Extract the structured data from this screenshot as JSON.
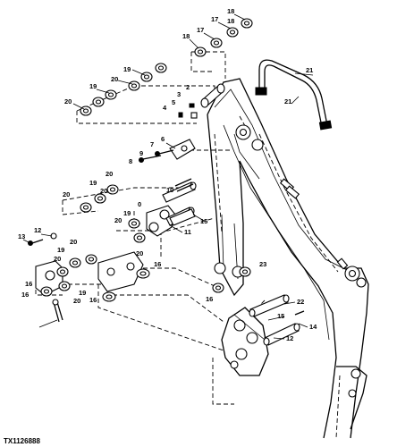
{
  "figure_id": "TX1126888",
  "callouts": [
    {
      "id": "c18a",
      "text": "18"
    },
    {
      "id": "c17a",
      "text": "17"
    },
    {
      "id": "c18b",
      "text": "18"
    },
    {
      "id": "c17b",
      "text": "17"
    },
    {
      "id": "c18c",
      "text": "18"
    },
    {
      "id": "c19a",
      "text": "19"
    },
    {
      "id": "c20a",
      "text": "20"
    },
    {
      "id": "c19b",
      "text": "19"
    },
    {
      "id": "c20b",
      "text": "20"
    },
    {
      "id": "c2",
      "text": "2"
    },
    {
      "id": "c3",
      "text": "3"
    },
    {
      "id": "c5",
      "text": "5"
    },
    {
      "id": "c4",
      "text": "4"
    },
    {
      "id": "c21a",
      "text": "21"
    },
    {
      "id": "c21b",
      "text": "21"
    },
    {
      "id": "c6",
      "text": "6"
    },
    {
      "id": "c7",
      "text": "7"
    },
    {
      "id": "c9",
      "text": "9"
    },
    {
      "id": "c8",
      "text": "8"
    },
    {
      "id": "c20c",
      "text": "20"
    },
    {
      "id": "c19c",
      "text": "19"
    },
    {
      "id": "c20d",
      "text": "20"
    },
    {
      "id": "c20e",
      "text": "20"
    },
    {
      "id": "c10",
      "text": "10"
    },
    {
      "id": "c0",
      "text": "0"
    },
    {
      "id": "c19d",
      "text": "19"
    },
    {
      "id": "c20f",
      "text": "20"
    },
    {
      "id": "c15a",
      "text": "15"
    },
    {
      "id": "c11",
      "text": "11"
    },
    {
      "id": "c12a",
      "text": "12"
    },
    {
      "id": "c13",
      "text": "13"
    },
    {
      "id": "c20g",
      "text": "20"
    },
    {
      "id": "c19e",
      "text": "19"
    },
    {
      "id": "c20h",
      "text": "20"
    },
    {
      "id": "c16a",
      "text": "16"
    },
    {
      "id": "c16b",
      "text": "16"
    },
    {
      "id": "c20i",
      "text": "20"
    },
    {
      "id": "c19f",
      "text": "19"
    },
    {
      "id": "c20j",
      "text": "20"
    },
    {
      "id": "c16c",
      "text": "16"
    },
    {
      "id": "c16d",
      "text": "16"
    },
    {
      "id": "c16e",
      "text": "16"
    },
    {
      "id": "c23",
      "text": "23"
    },
    {
      "id": "c22",
      "text": "22"
    },
    {
      "id": "c15b",
      "text": "15"
    },
    {
      "id": "c14",
      "text": "14"
    },
    {
      "id": "c12b",
      "text": "12"
    }
  ]
}
